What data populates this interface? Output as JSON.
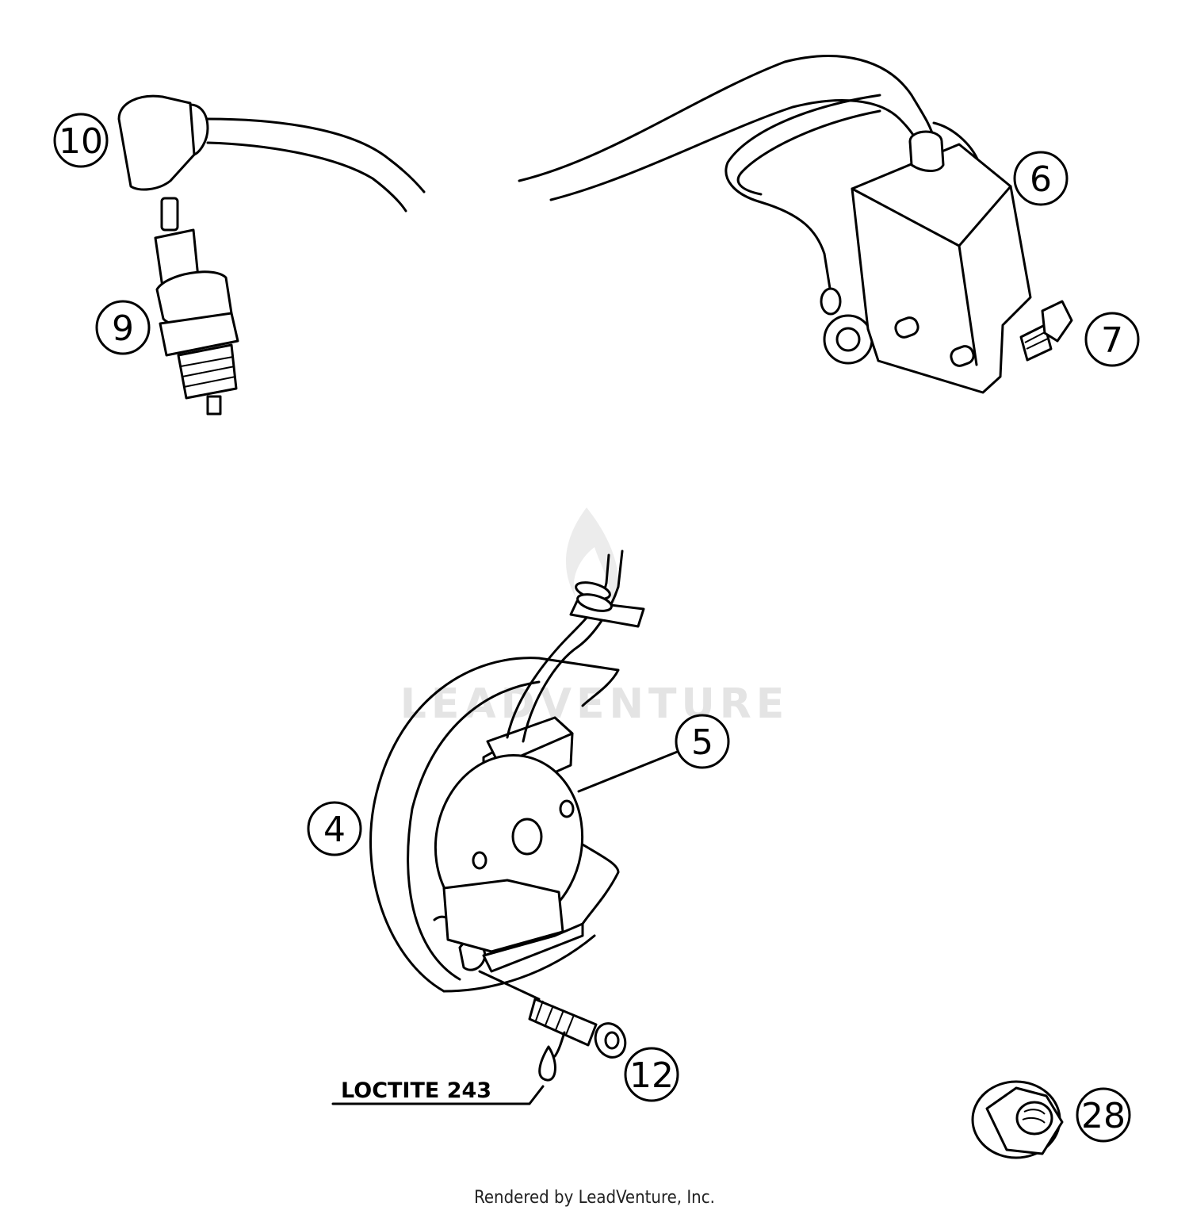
{
  "diagram": {
    "callouts": [
      {
        "id": "callout-10",
        "label": "10"
      },
      {
        "id": "callout-9",
        "label": "9"
      },
      {
        "id": "callout-6",
        "label": "6"
      },
      {
        "id": "callout-7",
        "label": "7"
      },
      {
        "id": "callout-5",
        "label": "5"
      },
      {
        "id": "callout-4",
        "label": "4"
      },
      {
        "id": "callout-12",
        "label": "12"
      },
      {
        "id": "callout-28",
        "label": "28"
      }
    ],
    "note": "LOCTITE 243",
    "watermark": "LEADVENTURE",
    "footer": "Rendered by LeadVenture, Inc."
  }
}
